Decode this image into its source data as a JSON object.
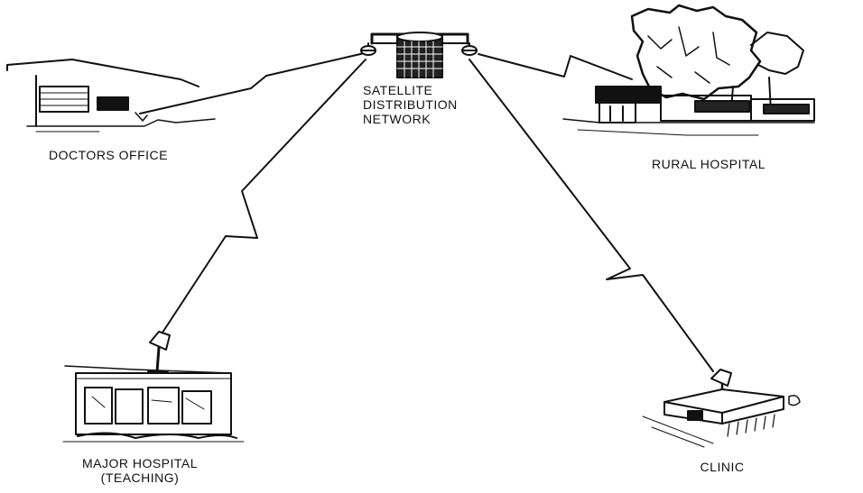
{
  "diagram": {
    "hub": {
      "label_lines": [
        "SATELLITE",
        "DISTRIBUTION",
        "NETWORK"
      ]
    },
    "nodes": [
      {
        "id": "doctors-office",
        "label_lines": [
          "DOCTORS OFFICE"
        ]
      },
      {
        "id": "rural-hospital",
        "label_lines": [
          "RURAL HOSPITAL"
        ]
      },
      {
        "id": "major-hospital",
        "label_lines": [
          "MAJOR HOSPITAL",
          "(TEACHING)"
        ]
      },
      {
        "id": "clinic",
        "label_lines": [
          "CLINIC"
        ]
      }
    ],
    "links": [
      {
        "from": "satellite",
        "to": "doctors-office",
        "style": "lightning"
      },
      {
        "from": "satellite",
        "to": "rural-hospital",
        "style": "lightning"
      },
      {
        "from": "satellite",
        "to": "major-hospital",
        "style": "lightning"
      },
      {
        "from": "satellite",
        "to": "clinic",
        "style": "lightning"
      }
    ],
    "colors": {
      "ink": "#111111",
      "background": "#ffffff"
    }
  }
}
